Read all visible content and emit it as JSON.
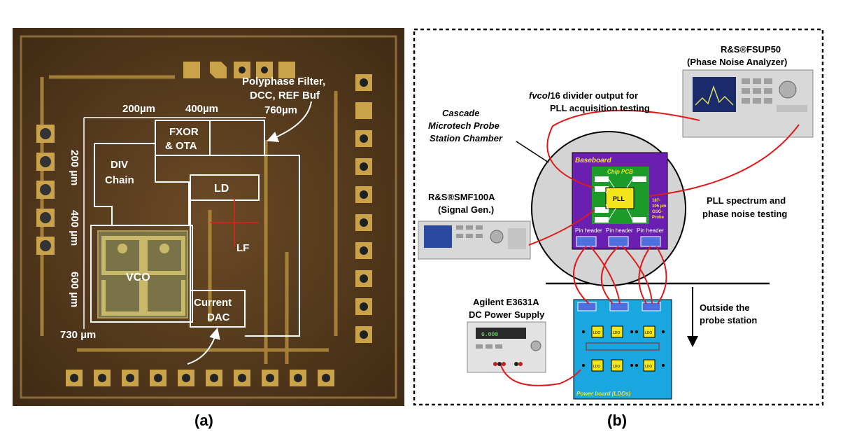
{
  "panel_a": {
    "caption": "(a)",
    "labels": {
      "polyphase_line1": "Polyphase Filter,",
      "polyphase_line2": "DCC, REF Buf",
      "dim_200": "200µm",
      "dim_400": "400µm",
      "dim_760": "760µm",
      "fxor_line1": "FXOR",
      "fxor_line2": "& OTA",
      "div_line1": "DIV",
      "div_line2": "Chain",
      "ld": "LD",
      "lf": "LF",
      "vco": "VCO",
      "current_dac_line1": "Current",
      "current_dac_line2": "DAC",
      "vdim_200": "200 µm",
      "vdim_400": "400 µm",
      "vdim_600": "600 µm",
      "dim_730": "730 µm"
    }
  },
  "panel_b": {
    "caption": "(b)",
    "labels": {
      "fsup_line1": "R&S®FSUP50",
      "fsup_line2": "(Phase Noise Analyzer)",
      "divider_prefix": "fvcol",
      "divider_rest": "16 divider output for",
      "divider_line2": "PLL acquisition testing",
      "cascade_line1": "Cascade",
      "cascade_line2": "Microtech Probe",
      "cascade_line3": "Station Chamber",
      "smf_line1": "R&S®SMF100A",
      "smf_line2": "(Signal Gen.)",
      "pll_spec_line1": "PLL spectrum  and",
      "pll_spec_line2": "phase noise  testing",
      "baseboard": "Baseboard",
      "chip_pcb": "Chip PCB",
      "pll": "PLL",
      "probe_line1": "187-",
      "probe_line2": "105 µm",
      "probe_line3": "GSG-",
      "probe_line4": "Probe",
      "pin_header": "Pin header",
      "agilent_line1": "Agilent E3631A",
      "agilent_line2": "DC Power Supply",
      "outside_line1": "Outside the",
      "outside_line2": "probe station",
      "ldo": "LDO",
      "power_board": "Power board (LDOs)"
    }
  },
  "colors": {
    "die_background": "#5a3a1c",
    "pad_gold": "#c9a24a",
    "baseboard_purple": "#6a1fb0",
    "chip_pcb_green": "#1c9a2a",
    "power_board_blue": "#1aa7e0",
    "ldo_yellow": "#f4e61a",
    "cable_red": "#e01a1a"
  }
}
